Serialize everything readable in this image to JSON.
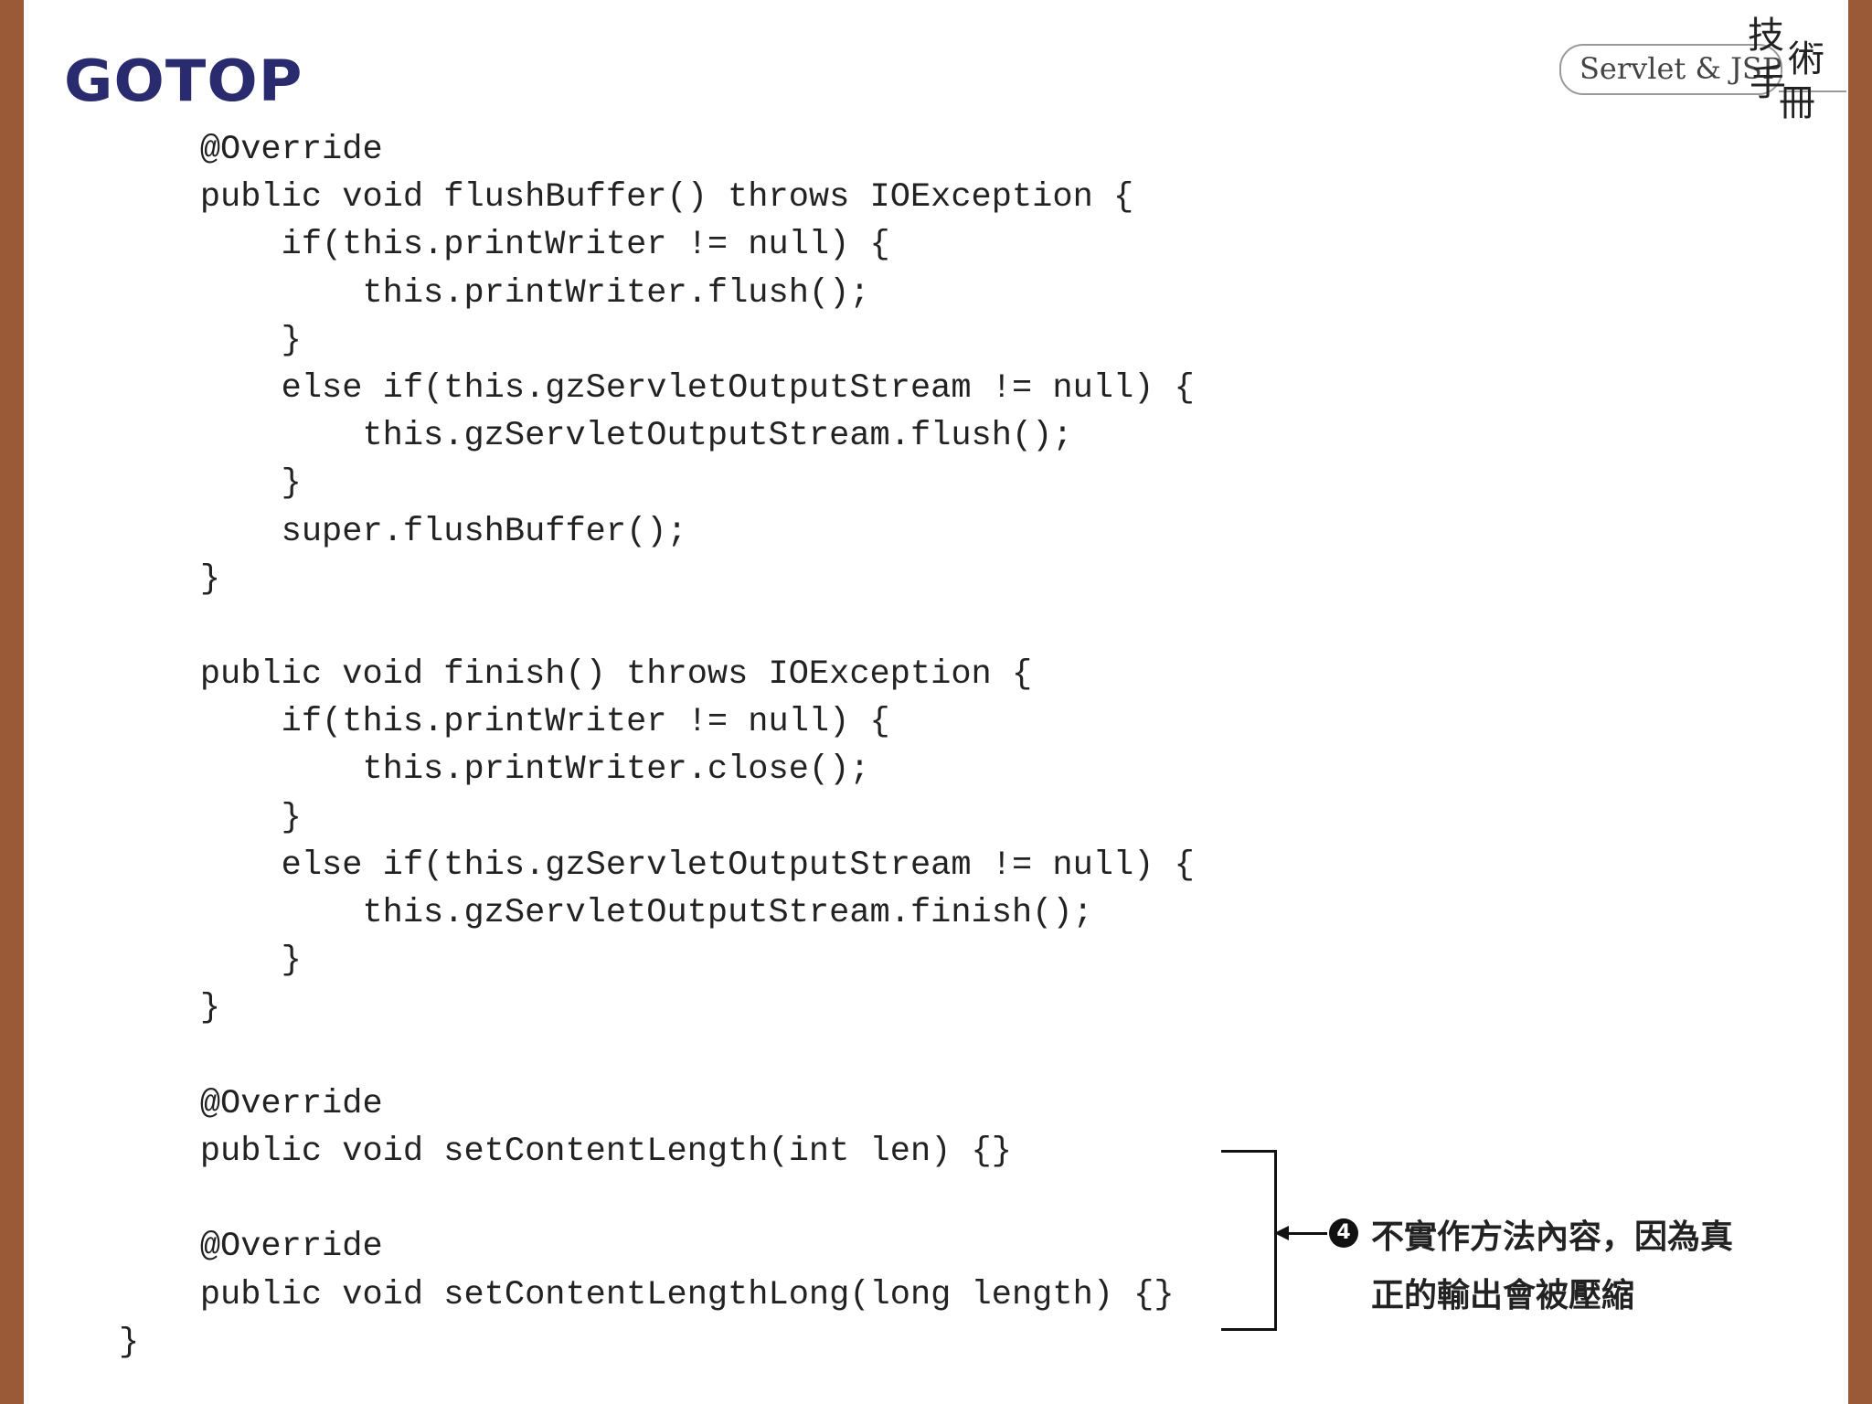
{
  "header": {
    "logo": "GOTOP",
    "badge_text": "Servlet & JSP",
    "badge_cjk": [
      "技",
      "術",
      "手",
      "冊"
    ]
  },
  "code_lines": [
    "    @Override",
    "    public void flushBuffer() throws IOException {",
    "        if(this.printWriter != null) {",
    "            this.printWriter.flush();",
    "        }",
    "        else if(this.gzServletOutputStream != null) {",
    "            this.gzServletOutputStream.flush();",
    "        }",
    "        super.flushBuffer();",
    "    }",
    "",
    "    public void finish() throws IOException {",
    "        if(this.printWriter != null) {",
    "            this.printWriter.close();",
    "        }",
    "        else if(this.gzServletOutputStream != null) {",
    "            this.gzServletOutputStream.finish();",
    "        }",
    "    }",
    "",
    "    @Override",
    "    public void setContentLength(int len) {}",
    "",
    "    @Override",
    "    public void setContentLengthLong(long length) {}",
    "}"
  ],
  "annotation": {
    "number": "4",
    "lines": [
      "不實作方法內容，因為真",
      "正的輸出會被壓縮"
    ]
  },
  "colors": {
    "frame": "#9a5a37",
    "logo": "#2a2a6e"
  }
}
